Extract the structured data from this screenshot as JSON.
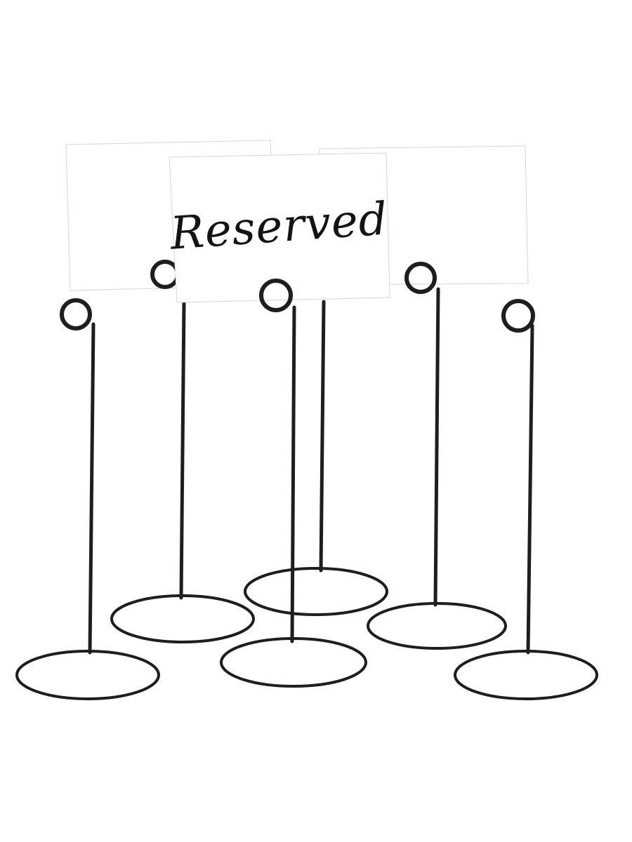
{
  "scene": {
    "background": "#ffffff",
    "wire_color": "#1e1e1e",
    "card_color": "#ffffff",
    "card_edge_color": "#d6d6d6",
    "card_text": "Reserved",
    "card_text_color": "#141414",
    "holder_count": 6,
    "card_count": 3
  }
}
